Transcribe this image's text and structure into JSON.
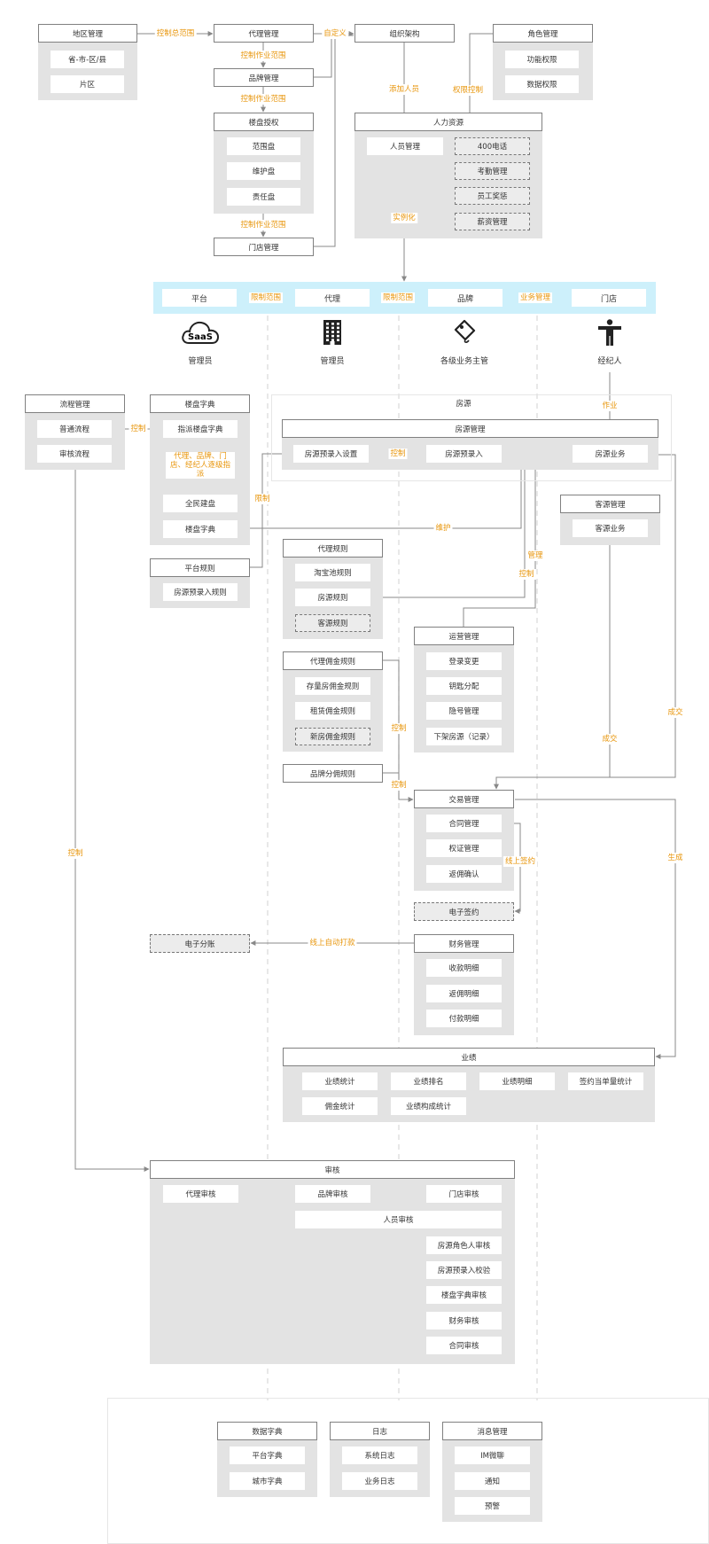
{
  "colors": {
    "arrow": "#888888",
    "label": "#e8960c",
    "band": "#cdf0fb",
    "group": "#e3e3e3",
    "border": "#808080"
  },
  "blocks": {
    "region": {
      "title": "地区管理",
      "items": [
        "省-市-区/县",
        "片区"
      ]
    },
    "agent_mgmt": {
      "title": "代理管理"
    },
    "brand_mgmt": {
      "title": "品牌管理"
    },
    "estate_auth": {
      "title": "楼盘授权",
      "items": [
        "范围盘",
        "维护盘",
        "责任盘"
      ]
    },
    "store_mgmt": {
      "title": "门店管理"
    },
    "org": {
      "title": "组织架构"
    },
    "role_mgmt": {
      "title": "角色管理",
      "items": [
        "功能权限",
        "数据权限"
      ]
    },
    "hr": {
      "title": "人力资源",
      "staff": "人员管理",
      "items": [
        "400电话",
        "考勤管理",
        "员工奖惩",
        "薪资管理"
      ]
    },
    "flow_mgmt": {
      "title": "流程管理",
      "items": [
        "普通流程",
        "审核流程"
      ]
    },
    "estate_dict": {
      "title": "楼盘字典",
      "items": [
        "指派楼盘字典",
        "全民建盘",
        "楼盘字典"
      ]
    },
    "platform_rules": {
      "title": "平台规则",
      "items": [
        "房源预录入规则"
      ]
    },
    "listing_zone": {
      "title": "房源"
    },
    "listing_mgmt": {
      "title": "房源管理",
      "items": [
        "房源预录入设置",
        "房源预录入",
        "房源业务"
      ]
    },
    "customer_mgmt": {
      "title": "客源管理",
      "items": [
        "客源业务"
      ]
    },
    "agent_rules": {
      "title": "代理规则",
      "items": [
        "淘宝池规则",
        "房源规则",
        "客源规则"
      ]
    },
    "commission_rules": {
      "title": "代理佣金规则",
      "items": [
        "存量房佣金规则",
        "租赁佣金规则",
        "新房佣金规则"
      ]
    },
    "brand_split": {
      "title": "品牌分佣规则"
    },
    "operations": {
      "title": "运营管理",
      "items": [
        "登录变更",
        "钥匙分配",
        "隐号管理",
        "下架房源（记录）"
      ]
    },
    "trade": {
      "title": "交易管理",
      "items": [
        "合同管理",
        "权证管理",
        "返佣确认"
      ]
    },
    "esign": {
      "title": "电子签约"
    },
    "esplit": {
      "title": "电子分账"
    },
    "finance": {
      "title": "财务管理",
      "items": [
        "收款明细",
        "返佣明细",
        "付款明细"
      ]
    },
    "performance": {
      "title": "业绩",
      "items": [
        "业绩统计",
        "业绩排名",
        "业绩明细",
        "签约当单量统计",
        "佣金统计",
        "业绩构成统计"
      ]
    },
    "audit": {
      "title": "审核",
      "items": [
        "代理审核",
        "品牌审核",
        "门店审核",
        "人员审核",
        "房源角色人审核",
        "房源预录入校验",
        "楼盘字典审核",
        "财务审核",
        "合同审核"
      ]
    },
    "data_dict": {
      "title": "数据字典",
      "items": [
        "平台字典",
        "城市字典"
      ]
    },
    "logs": {
      "title": "日志",
      "items": [
        "系统日志",
        "业务日志"
      ]
    },
    "messages": {
      "title": "消息管理",
      "items": [
        "IM微聊",
        "通知",
        "预警"
      ]
    }
  },
  "lanes": {
    "nodes": [
      "平台",
      "代理",
      "品牌",
      "门店"
    ],
    "links": [
      "限制范围",
      "限制范围",
      "业务管理"
    ],
    "roles": [
      "管理员",
      "管理员",
      "各级业务主管",
      "经纪人"
    ],
    "icons": [
      "saas-cloud-icon",
      "building-icon",
      "tag-icon",
      "person-icon"
    ],
    "saas_text": "SaaS"
  },
  "edge_labels": {
    "region_to_agent": "控制总范围",
    "agent_to_brand": "控制作业范围",
    "brand_to_auth": "控制作业范围",
    "auth_to_store": "控制作业范围",
    "define": "自定义",
    "add_staff": "添加人员",
    "perm_control": "权限控制",
    "instantiate": "实例化",
    "flow_to_dict": "控制",
    "dict_scope": "代理、品牌、门店、经纪人逐级指派",
    "limit": "限制",
    "preentry_control": "控制",
    "maintain": "维护",
    "work": "作业",
    "manage": "管理",
    "rules_control": "控制",
    "commission_control": "控制",
    "brand_control": "控制",
    "deal_customer": "成交",
    "deal_listing": "成交",
    "online_sign": "线上签约",
    "generate": "生成",
    "auto_pay": "线上自动打款",
    "flow_control": "控制"
  }
}
